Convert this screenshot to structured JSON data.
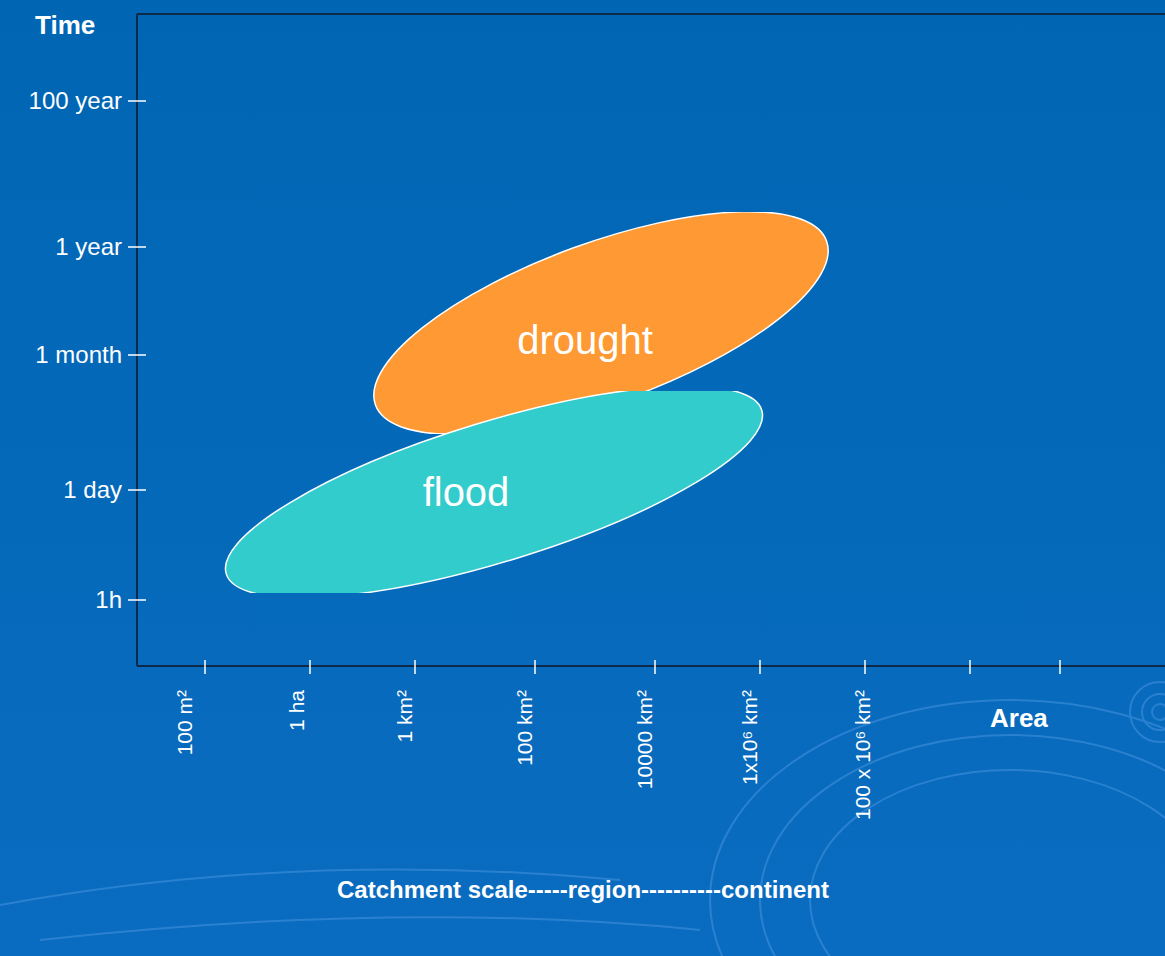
{
  "diagram": {
    "nodes": [
      {
        "text": [
          "drought"
        ]
      },
      {
        "text": [
          "flood"
        ]
      }
    ],
    "labels": [
      "Time",
      "100 year",
      "1 year",
      "1 month",
      "1 day",
      "1h",
      "100 m²",
      "1 ha",
      "1 km²",
      "100 km²",
      "10000 km²",
      "1x10⁶ km²",
      "100 x 10⁶ km²",
      "Area",
      "Catchment scale-----region----------continent"
    ]
  }
}
